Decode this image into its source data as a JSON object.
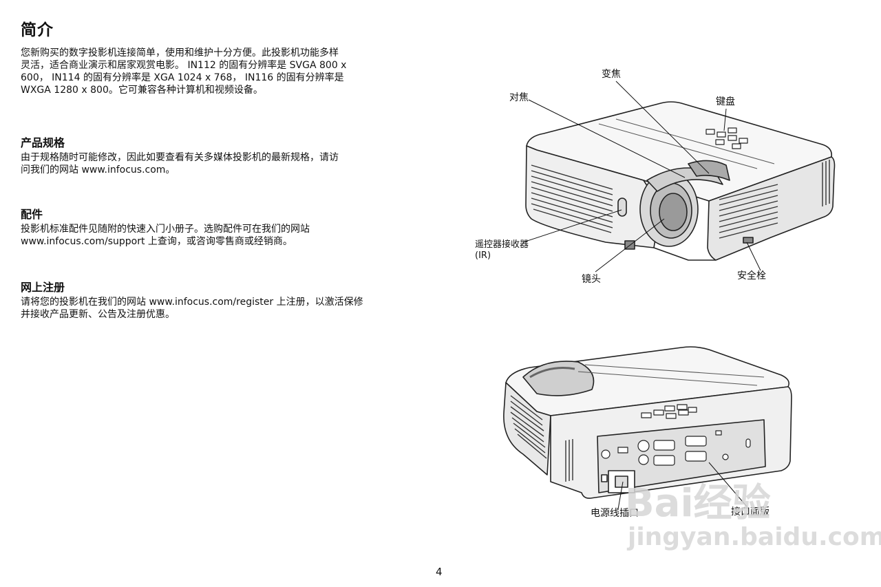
{
  "page": {
    "title": "简介",
    "intro": {
      "lines": [
        "您新购买的数字投影机连接简单，使用和维护十分方便。此投影机功能多样",
        "灵活，适合商业演示和居家观赏电影。 IN112 的固有分辨率是 SVGA 800 x",
        "600， IN114 的固有分辨率是 XGA 1024 x 768， IN116 的固有分辨率是",
        "WXGA 1280 x 800。它可兼容各种计算机和视频设备。"
      ]
    },
    "sections": [
      {
        "title": "产品规格",
        "lines": [
          "由于规格随时可能修改，因此如要查看有关多媒体投影机的最新规格，请访",
          "问我们的网站 www.infocus.com。"
        ]
      },
      {
        "title": "配件",
        "lines": [
          "投影机标准配件见随附的快速入门小册子。选购配件可在我们的网站",
          "www.infocus.com/support 上查询，或咨询零售商或经销商。"
        ]
      },
      {
        "title": "网上注册",
        "lines": [
          "请将您的投影机在我们的网站 www.infocus.com/register 上注册，以激活保修",
          "并接收产品更新、公告及注册优惠。"
        ]
      }
    ],
    "page_number": "4"
  },
  "figure_front": {
    "labels": {
      "zoom": "变焦",
      "focus": "对焦",
      "keypad": "键盘",
      "ir_receiver_line1": "遥控器接收器",
      "ir_receiver_line2": "(IR)",
      "lens": "镜头",
      "security_lock": "安全栓"
    }
  },
  "figure_rear": {
    "labels": {
      "power_socket": "电源线插口",
      "connector_panel": "接口面版"
    }
  },
  "watermark": {
    "logo_text": "Bai经验",
    "url_text": "jingyan.baidu.com"
  }
}
